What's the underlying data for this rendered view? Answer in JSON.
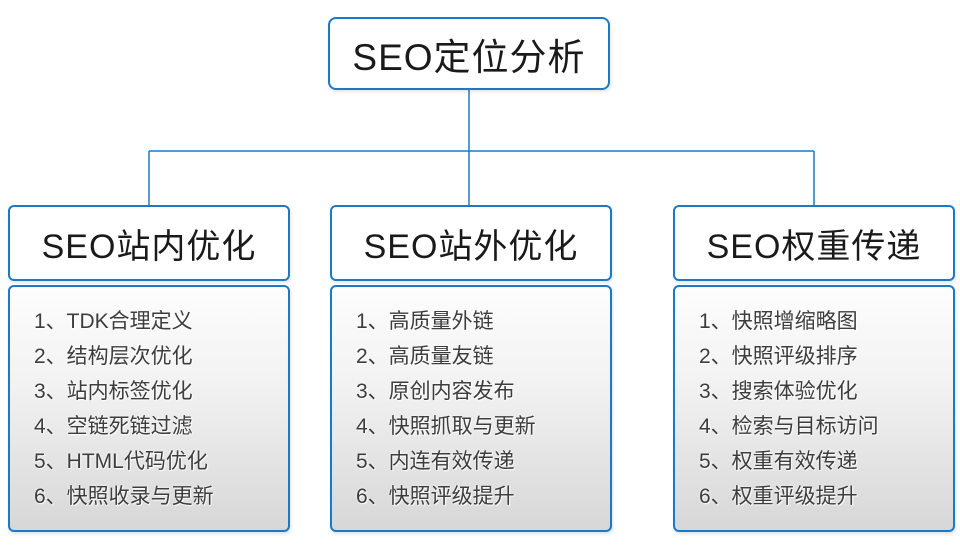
{
  "diagram": {
    "root": {
      "label": "SEO定位分析"
    },
    "branches": [
      {
        "title": "SEO站内优化",
        "items": [
          "1、TDK合理定义",
          "2、结构层次优化",
          "3、站内标签优化",
          "4、空链死链过滤",
          "5、HTML代码优化",
          "6、快照收录与更新"
        ]
      },
      {
        "title": "SEO站外优化",
        "items": [
          "1、高质量外链",
          "2、高质量友链",
          "3、原创内容发布",
          "4、快照抓取与更新",
          "5、内连有效传递",
          "6、快照评级提升"
        ]
      },
      {
        "title": "SEO权重传递",
        "items": [
          "1、快照增缩略图",
          "2、快照评级排序",
          "3、搜索体验优化",
          "4、检索与目标访问",
          "5、权重有效传递",
          "6、权重评级提升"
        ]
      }
    ],
    "colors": {
      "accent_blue": "#1b7ac6",
      "heading_text": "#1a1a1a",
      "item_text": "#3d3d3d",
      "list_bg_top": "#fdfdfd",
      "list_bg_bottom": "#d7d7d7"
    }
  }
}
